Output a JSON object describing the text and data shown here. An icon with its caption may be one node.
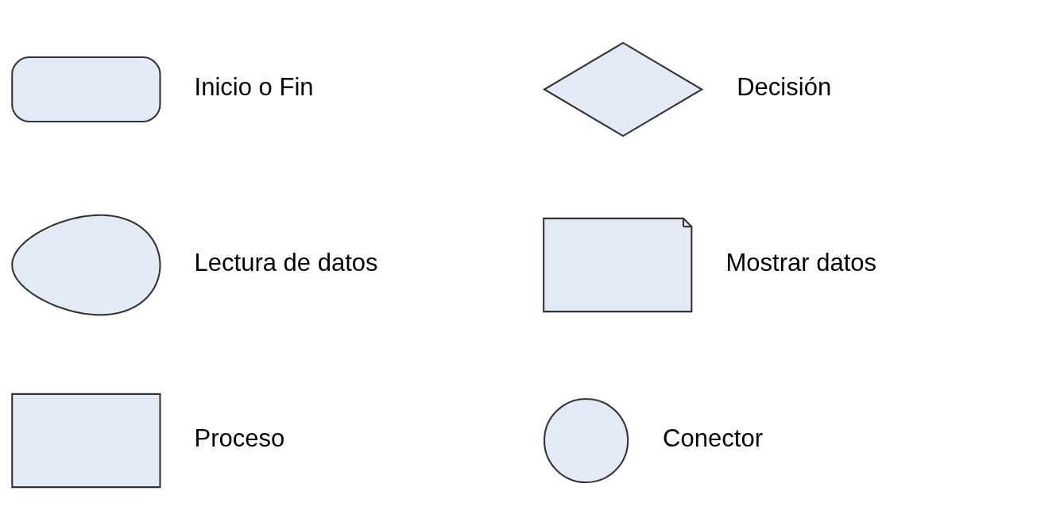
{
  "diagram": {
    "nodes": [
      {
        "text": [],
        "shape": "stadium",
        "beside": [
          "Inicio o Fin"
        ]
      },
      {
        "text": [],
        "shape": "diamond",
        "beside": [
          "Decisión"
        ]
      },
      {
        "text": [],
        "shape": "display",
        "beside": [
          "Lectura de datos"
        ]
      },
      {
        "text": [],
        "shape": "document",
        "beside": [
          "Mostrar datos"
        ]
      },
      {
        "text": [],
        "shape": "box",
        "beside": [
          "Proceso"
        ]
      },
      {
        "text": [],
        "shape": "circle",
        "beside": [
          "Conector"
        ]
      }
    ]
  }
}
